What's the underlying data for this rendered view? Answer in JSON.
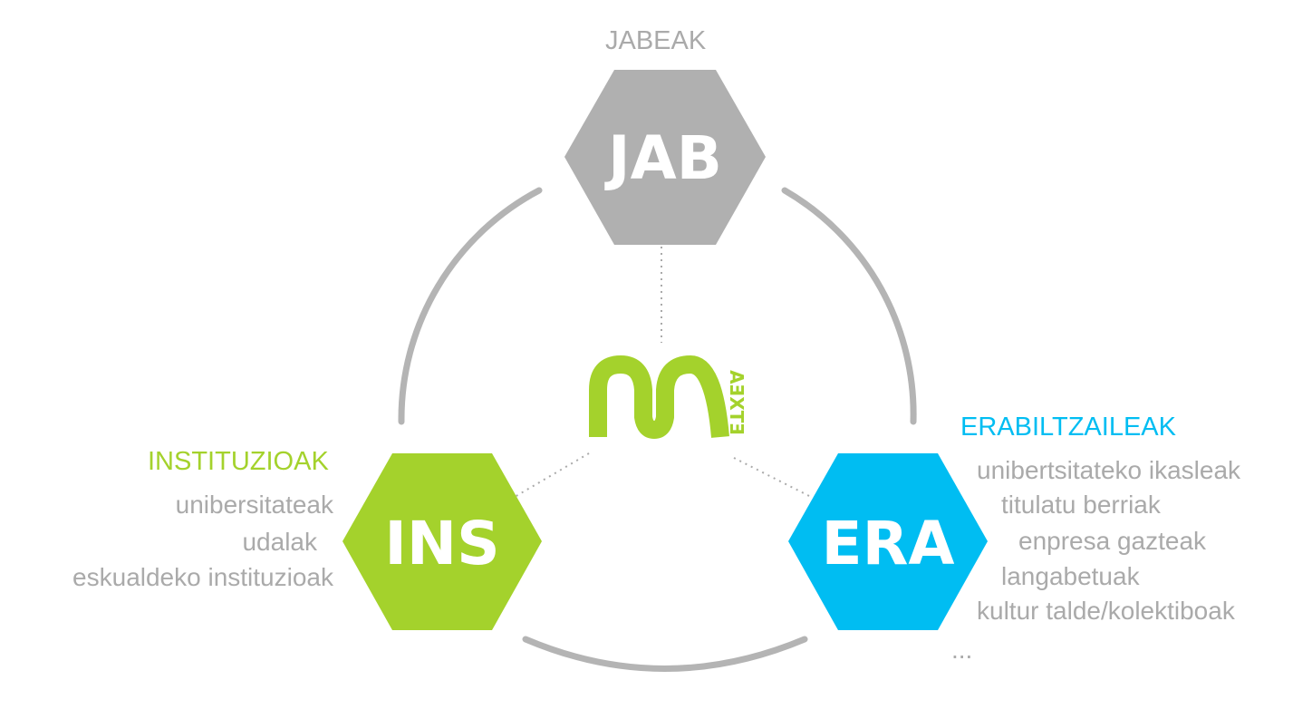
{
  "colors": {
    "gray": "#b0b0b0",
    "green": "#a4d22c",
    "blue": "#00bdf2",
    "text_gray": "#aaaaaa"
  },
  "center_logo": {
    "letter": "M",
    "word": "ETXEA"
  },
  "nodes": {
    "owners": {
      "title": "JABEAK",
      "abbr": "JAB"
    },
    "institutions": {
      "title": "INSTITUZIOAK",
      "abbr": "INS",
      "items": [
        "unibersitateak",
        "udalak",
        "eskualdeko instituzioak"
      ]
    },
    "users": {
      "title": "ERABILTZAILEAK",
      "abbr": "ERA",
      "items": [
        "unibertsitateko ikasleak",
        "titulatu berriak",
        "enpresa gazteak",
        "langabetuak",
        "kultur talde/kolektiboak",
        "..."
      ]
    }
  }
}
